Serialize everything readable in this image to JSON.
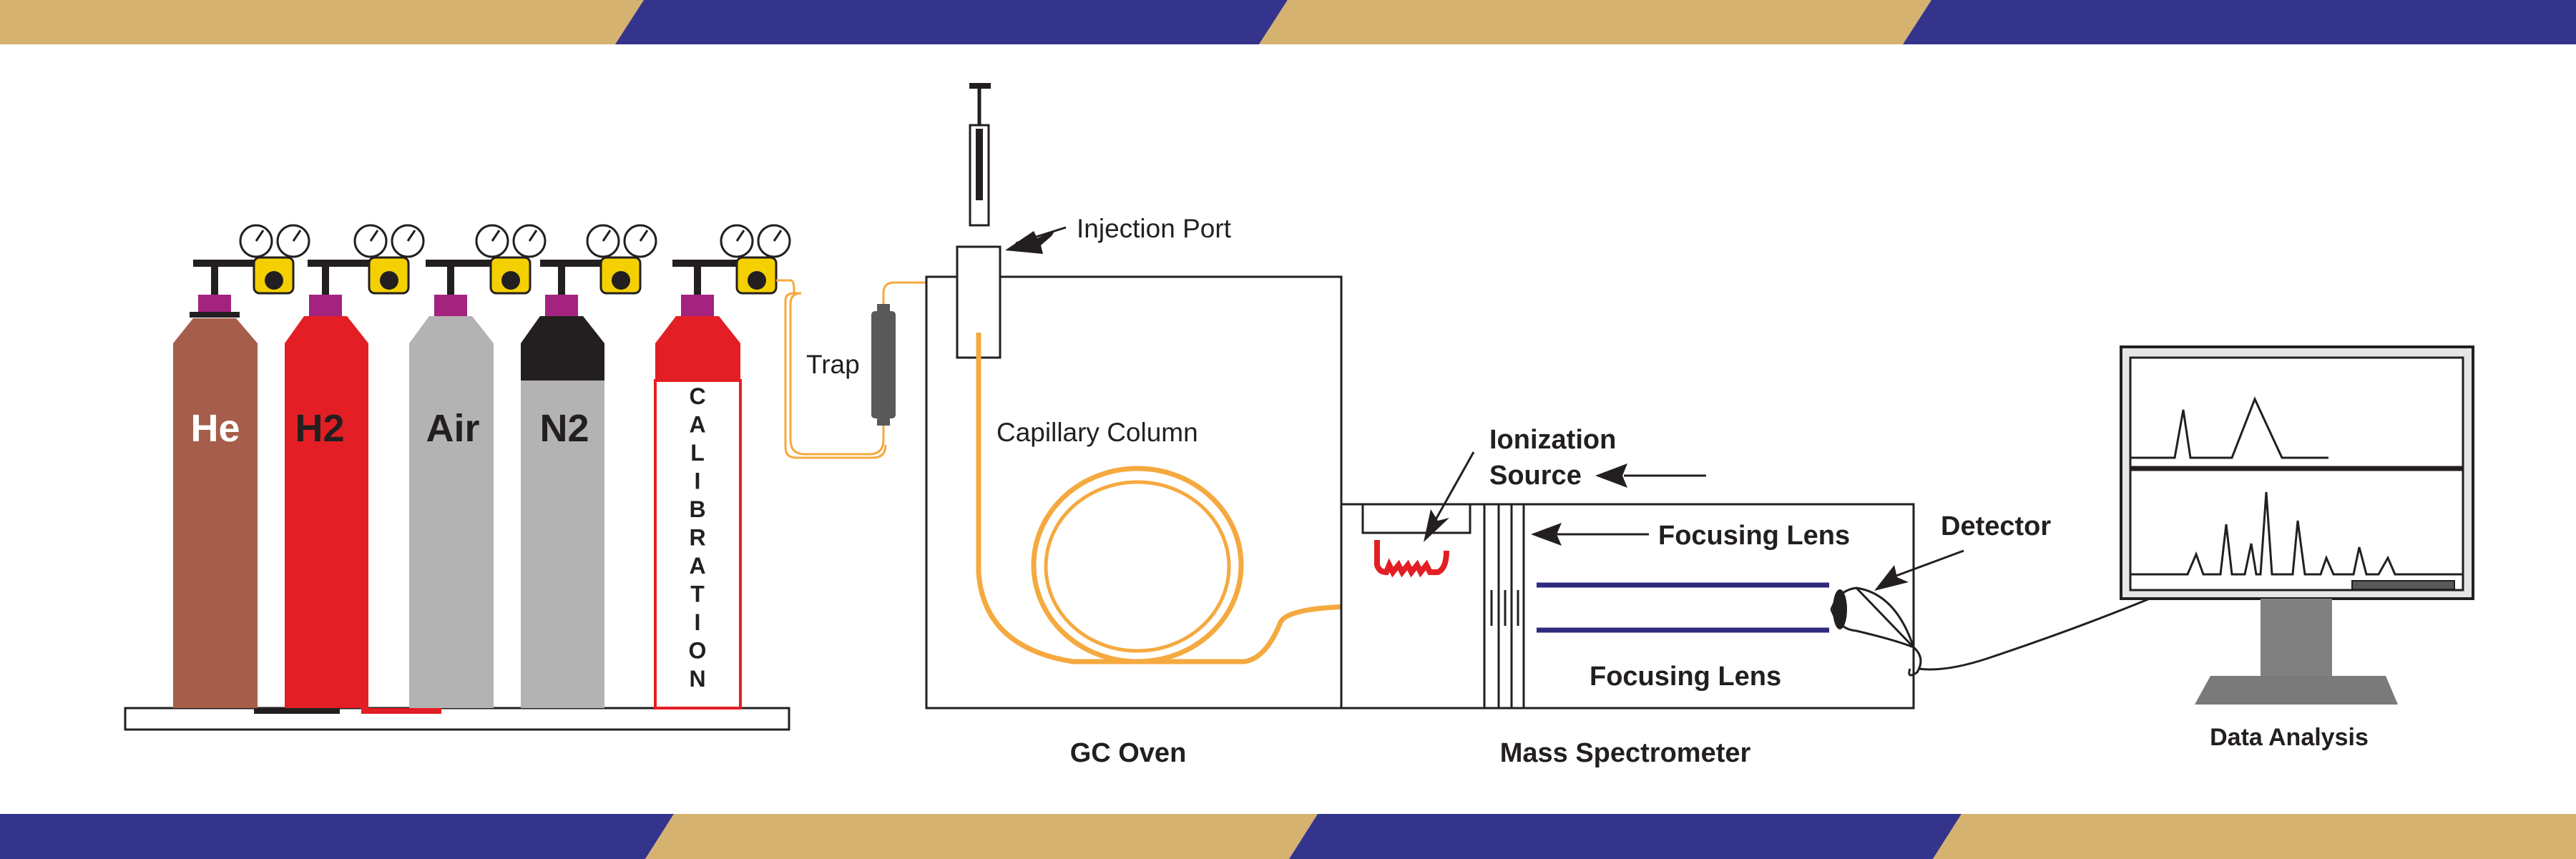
{
  "colors": {
    "band_gold": "#d5b26f",
    "band_navy": "#34348c",
    "column_orange": "#f5a93f",
    "he_brown": "#a65e4a",
    "red": "#e31e24",
    "air_gray": "#b3b3b3",
    "n2_black": "#231f20",
    "cap_purple": "#a3237f",
    "regulator_yellow": "#f5d000",
    "lens_navy": "#2e2a7e"
  },
  "cylinders": [
    {
      "label": "He",
      "body_color": "#a65e4a",
      "shoulder_color": "#a65e4a"
    },
    {
      "label": "H2",
      "body_color": "#e31e24",
      "shoulder_color": "#e31e24"
    },
    {
      "label": "Air",
      "body_color": "#b3b3b3",
      "shoulder_color": "#b3b3b3"
    },
    {
      "label": "N2",
      "body_color": "#b3b3b3",
      "shoulder_color": "#231f20"
    }
  ],
  "calibration_letters": [
    "C",
    "A",
    "L",
    "I",
    "B",
    "R",
    "A",
    "T",
    "I",
    "O",
    "N"
  ],
  "labels": {
    "trap": "Trap",
    "injection_port": "Injection Port",
    "capillary_column": "Capillary Column",
    "gc_oven": "GC Oven",
    "ionization_line1": "Ionization",
    "ionization_line2": "Source",
    "focusing_lens_top": "Focusing Lens",
    "focusing_lens_bottom": "Focusing Lens",
    "detector": "Detector",
    "mass_spectrometer": "Mass Spectrometer",
    "data_analysis": "Data Analysis"
  }
}
